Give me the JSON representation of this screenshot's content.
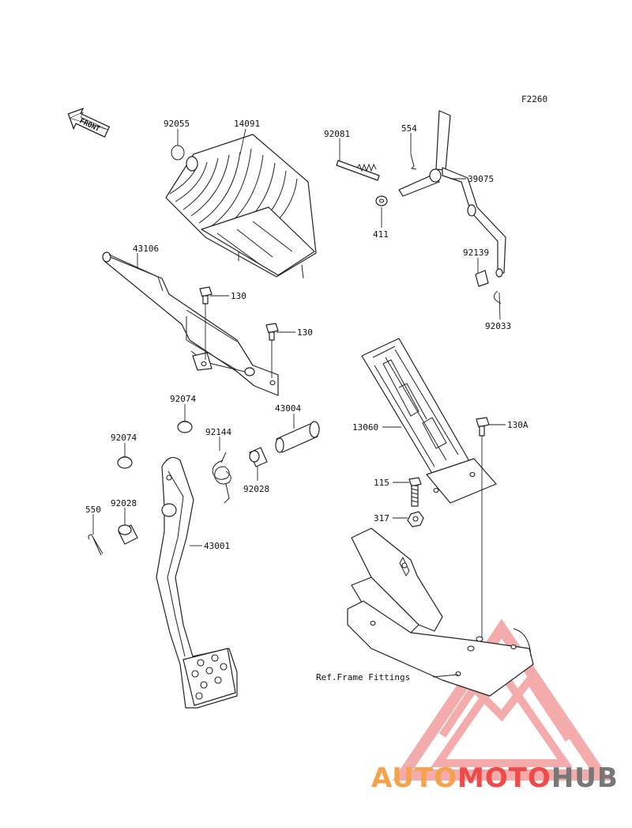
{
  "figure_code": "F2260",
  "front_label": "FRONT",
  "reference_label": "Ref.Frame Fittings",
  "part_labels": {
    "p92055": "92055",
    "p14091": "14091",
    "p92081": "92081",
    "p554": "554",
    "p39075": "39075",
    "p411": "411",
    "p43106": "43106",
    "p130a": "130",
    "p130b": "130",
    "p92139": "92139",
    "p92033": "92033",
    "p92074a": "92074",
    "p43004": "43004",
    "p13060": "13060",
    "p130A": "130A",
    "p92074b": "92074",
    "p92144": "92144",
    "p92028a": "92028",
    "p115": "115",
    "p550": "550",
    "p92028b": "92028",
    "p317": "317",
    "p43001": "43001"
  },
  "watermark": {
    "part1": "AUTO",
    "part2": "MOTO",
    "part3": "HUB",
    "colors": {
      "orange": "#f6a24a",
      "red": "#ef4a4a",
      "gray": "#777777",
      "triangle": "#f3a7a7"
    }
  }
}
